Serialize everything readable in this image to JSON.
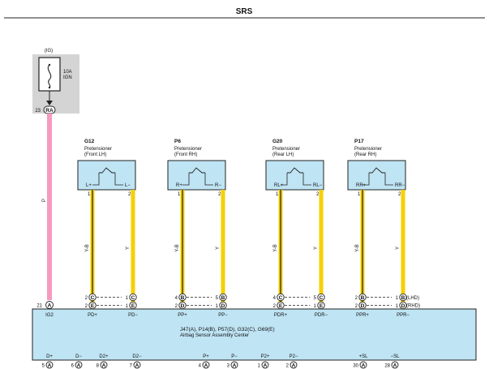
{
  "title": "SRS",
  "fuse": {
    "supply": "(IG)",
    "rating": "10A",
    "name": "IGN",
    "pin": "23",
    "connector": "RA"
  },
  "wire_power": {
    "color_code": "P"
  },
  "ecu": {
    "codes": "J47(A), P14(B), P57(D), G32(C), G69(E)",
    "name": "Airbag Sensor Assembly Center",
    "ig2_pin": "21",
    "ig2_conn": "A",
    "ig2_label": "IG2",
    "top_pins": [
      {
        "label": "PD+"
      },
      {
        "label": "PD−"
      },
      {
        "label": "PP+"
      },
      {
        "label": "PP−"
      },
      {
        "label": "PDR+"
      },
      {
        "label": "PDR−"
      },
      {
        "label": "PPR+"
      },
      {
        "label": "PPR−"
      }
    ],
    "bottom_pins": [
      {
        "label": "D+",
        "pin": "5",
        "conn": "A"
      },
      {
        "label": "D−",
        "pin": "6",
        "conn": "A"
      },
      {
        "label": "D2+",
        "pin": "8",
        "conn": "A"
      },
      {
        "label": "D2−",
        "pin": "7",
        "conn": "A"
      },
      {
        "label": "P+",
        "pin": "4",
        "conn": "A"
      },
      {
        "label": "P−",
        "pin": "3",
        "conn": "A"
      },
      {
        "label": "P2+",
        "pin": "1",
        "conn": "A"
      },
      {
        "label": "P2−",
        "pin": "2",
        "conn": "A"
      },
      {
        "label": "+SL",
        "pin": "30",
        "conn": "A"
      },
      {
        "label": "−SL",
        "pin": "28",
        "conn": "A"
      }
    ]
  },
  "pretensioners": [
    {
      "code": "G12",
      "name": "Pretensioner",
      "side": "(Front LH)",
      "plus_label": "L+",
      "minus_label": "L−",
      "pin_plus": "1",
      "pin_minus": "2",
      "wire_plus": "Y-B",
      "wire_minus": "Y",
      "conn_top": [
        {
          "pin": "2",
          "conn": "C"
        },
        {
          "pin": "1",
          "conn": "C"
        }
      ],
      "conn_bot": [
        {
          "pin": "2",
          "conn": "E"
        },
        {
          "pin": "1",
          "conn": "E"
        }
      ]
    },
    {
      "code": "P6",
      "name": "Pretensioner",
      "side": "(Front RH)",
      "plus_label": "R+",
      "minus_label": "R−",
      "pin_plus": "1",
      "pin_minus": "2",
      "wire_plus": "Y-B",
      "wire_minus": "Y",
      "conn_top": [
        {
          "pin": "4",
          "conn": "B"
        },
        {
          "pin": "5",
          "conn": "B"
        }
      ],
      "conn_bot": [
        {
          "pin": "2",
          "conn": "D"
        },
        {
          "pin": "1",
          "conn": "D"
        }
      ]
    },
    {
      "code": "G20",
      "name": "Pretensioner",
      "side": "(Rear LH)",
      "plus_label": "RL+",
      "minus_label": "RL−",
      "pin_plus": "1",
      "pin_minus": "2",
      "wire_plus": "Y-B",
      "wire_minus": "Y",
      "conn_top": [
        {
          "pin": "4",
          "conn": "C"
        },
        {
          "pin": "5",
          "conn": "C"
        }
      ],
      "conn_bot": [
        {
          "pin": "2",
          "conn": "E"
        },
        {
          "pin": "1",
          "conn": "E"
        }
      ]
    },
    {
      "code": "P17",
      "name": "Pretensioner",
      "side": "(Rear RH)",
      "plus_label": "RR+",
      "minus_label": "RR−",
      "pin_plus": "1",
      "pin_minus": "2",
      "wire_plus": "Y-B",
      "wire_minus": "Y",
      "conn_top": [
        {
          "pin": "2",
          "conn": "B"
        },
        {
          "pin": "1",
          "conn": "B"
        }
      ],
      "conn_bot": [
        {
          "pin": "2",
          "conn": "D"
        },
        {
          "pin": "1",
          "conn": "D"
        }
      ]
    }
  ],
  "variant_labels": {
    "top": "(LHD)",
    "bottom": "(RHD)"
  },
  "colors": {
    "wire_pink": "#f79ac0",
    "wire_yellow": "#f6d000",
    "component_fill": "#bfe4f4",
    "fuse_bg": "#d4d4d4"
  }
}
